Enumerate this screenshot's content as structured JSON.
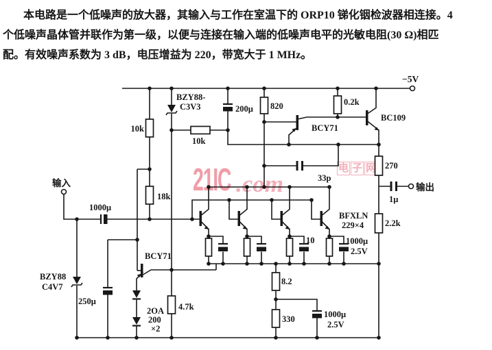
{
  "header": {
    "lines": [
      "本电路是一个低噪声的放大器，其输入与工作在室温下的 ORP10 锑化铟检波器相连接。4",
      "个低噪声晶体管并联作为第一级，以便与连接在输入端的低噪声电平的光敏电阻(30 Ω)相匹",
      "配。有效噪声系数为 3 dB，电压增益为 220，带宽大于 1 MHz。"
    ]
  },
  "watermark": {
    "brand": "21IC",
    "com": ".com",
    "cn1": "电",
    "cn2": "子",
    "cn3": "网",
    "color": "#ee8c99"
  },
  "labels": {
    "supply": "−5V",
    "input": "输入",
    "output": "输出",
    "bias_res_top": "10k",
    "bias_res_mid": "18k",
    "reg_res": "10k",
    "res_820": "820",
    "res_0_2k": "0.2k",
    "res_270": "270",
    "res_2_2k": "2.2k",
    "res_4_7k": "4.7k",
    "res_8_2": "8.2",
    "res_330": "330",
    "res_emitter": "10",
    "cap_200u": "200μ",
    "cap_input": "1000μ",
    "cap_250u": "250μ",
    "cap_33p": "33p",
    "cap_1u": "1μ",
    "cap_em": "1000μ",
    "cap_em_v": "2.5V",
    "cap_fb": "1000μ",
    "cap_fb_v": "2.5V",
    "zener1_a": "BZY88-",
    "zener1_b": "C3V3",
    "zener2_a": "BZY88",
    "zener2_b": "C4V7",
    "diode_a": "2OA",
    "diode_b": "200",
    "diode_c": "×2",
    "q_input": "BCY71",
    "q_driver": "BCY71",
    "q_output": "BC109",
    "q_par_a": "BFXLN",
    "q_par_b": "229×4"
  }
}
